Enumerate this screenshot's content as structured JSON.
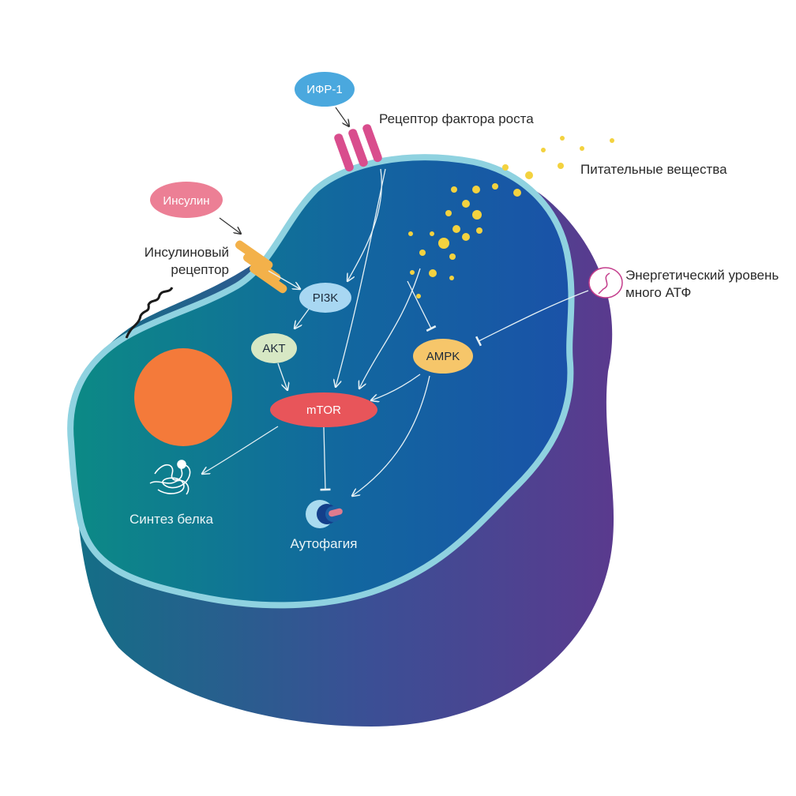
{
  "labels": {
    "igf1": "ИФР-1",
    "growth_factor_receptor": "Рецептор фактора роста",
    "nutrients": "Питательные вещества",
    "insulin": "Инсулин",
    "insulin_receptor_line1": "Инсулиновый",
    "insulin_receptor_line2": "рецептор",
    "energy_line1": "Энергетический уровень",
    "energy_line2": "много АТФ",
    "pi3k": "PI3K",
    "akt": "AKT",
    "ampk": "AMPK",
    "mtor": "mTOR",
    "protein_synthesis": "Синтез белка",
    "autophagy": "Аутофагия"
  },
  "colors": {
    "cell_inner_left": "#0d8a86",
    "cell_inner_right": "#1d5fa3",
    "cell_outer": "#5b3b8f",
    "membrane": "#8fd2e0",
    "nucleus": "#f47a3a",
    "igf1": "#4aa8de",
    "insulin": "#ec7f95",
    "receptor_growth": "#d94d8d",
    "receptor_insulin": "#f3b14a",
    "pi3k": "#a8d7f2",
    "akt": "#d7e8c4",
    "ampk": "#f6c66a",
    "mtor": "#e8555a",
    "nutrient_dots": "#f3d23f"
  },
  "icons": {
    "protein_synthesis": "protein-coil-icon",
    "autophagy": "autophagosome-icon",
    "energy": "atp-battery-icon"
  }
}
